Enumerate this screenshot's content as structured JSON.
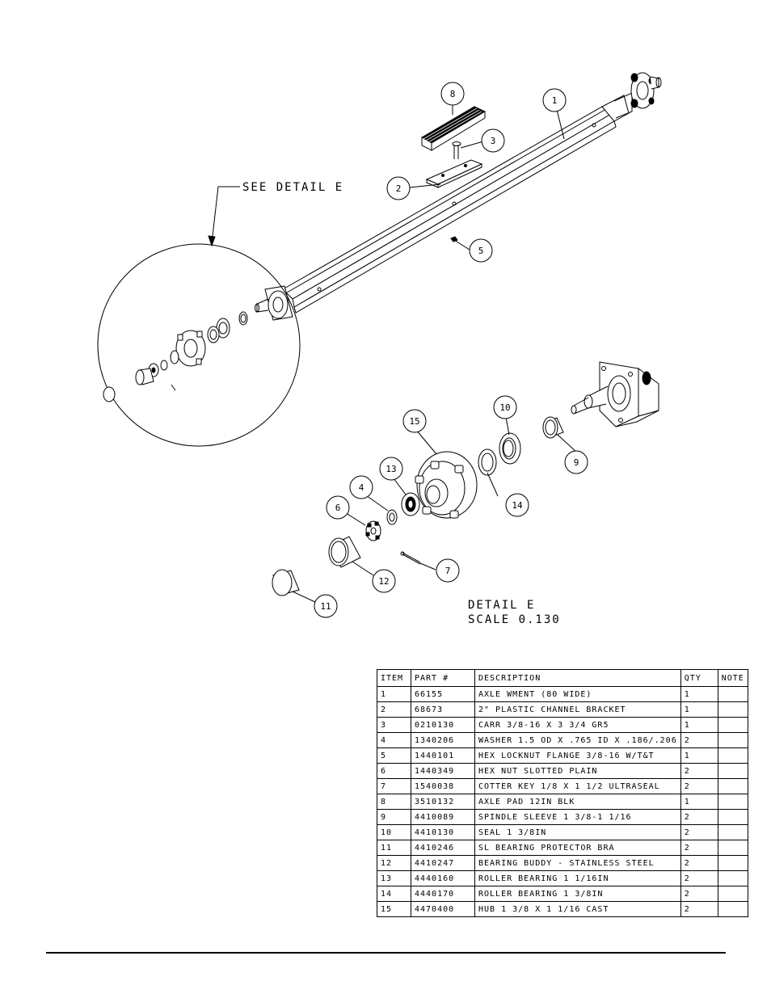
{
  "callouts": [
    {
      "id": "1",
      "label": "1"
    },
    {
      "id": "2",
      "label": "2"
    },
    {
      "id": "3",
      "label": "3"
    },
    {
      "id": "4",
      "label": "4"
    },
    {
      "id": "5",
      "label": "5"
    },
    {
      "id": "6",
      "label": "6"
    },
    {
      "id": "7",
      "label": "7"
    },
    {
      "id": "8",
      "label": "8"
    },
    {
      "id": "9",
      "label": "9"
    },
    {
      "id": "10",
      "label": "10"
    },
    {
      "id": "11",
      "label": "11"
    },
    {
      "id": "12",
      "label": "12"
    },
    {
      "id": "13",
      "label": "13"
    },
    {
      "id": "14",
      "label": "14"
    },
    {
      "id": "15",
      "label": "15"
    }
  ],
  "see_detail": "SEE DETAIL  E",
  "detail_title": "DETAIL  E",
  "detail_scale": "SCALE  0.130",
  "table": {
    "headers": [
      "ITEM",
      "PART #",
      "DESCRIPTION",
      "QTY",
      "NOTE"
    ],
    "rows": [
      [
        "1",
        "66155",
        "AXLE WMENT (80 WIDE)",
        "1",
        ""
      ],
      [
        "2",
        "68673",
        "2\" PLASTIC CHANNEL BRACKET",
        "1",
        ""
      ],
      [
        "3",
        "0210130",
        "CARR 3/8-16 X 3 3/4 GR5",
        "1",
        ""
      ],
      [
        "4",
        "1340206",
        "WASHER 1.5 OD X .765 ID X .186/.206",
        "2",
        ""
      ],
      [
        "5",
        "1440101",
        "HEX LOCKNUT FLANGE 3/8-16 W/T&T",
        "1",
        ""
      ],
      [
        "6",
        "1440349",
        "HEX NUT SLOTTED PLAIN",
        "2",
        ""
      ],
      [
        "7",
        "1540038",
        "COTTER KEY 1/8 X 1 1/2 ULTRASEAL",
        "2",
        ""
      ],
      [
        "8",
        "3510132",
        "AXLE PAD 12IN  BLK",
        "1",
        ""
      ],
      [
        "9",
        "4410089",
        "SPINDLE SLEEVE  1 3/8-1 1/16",
        "2",
        ""
      ],
      [
        "10",
        "4410130",
        "SEAL  1 3/8IN",
        "2",
        ""
      ],
      [
        "11",
        "4410246",
        "SL BEARING PROTECTOR BRA",
        "2",
        ""
      ],
      [
        "12",
        "4410247",
        "BEARING BUDDY - STAINLESS STEEL",
        "2",
        ""
      ],
      [
        "13",
        "4440160",
        "ROLLER BEARING  1 1/16IN",
        "2",
        ""
      ],
      [
        "14",
        "4440170",
        "ROLLER BEARING  1 3/8IN",
        "2",
        ""
      ],
      [
        "15",
        "4470400",
        "HUB  1 3/8 X 1 1/16 CAST",
        "2",
        ""
      ]
    ]
  }
}
